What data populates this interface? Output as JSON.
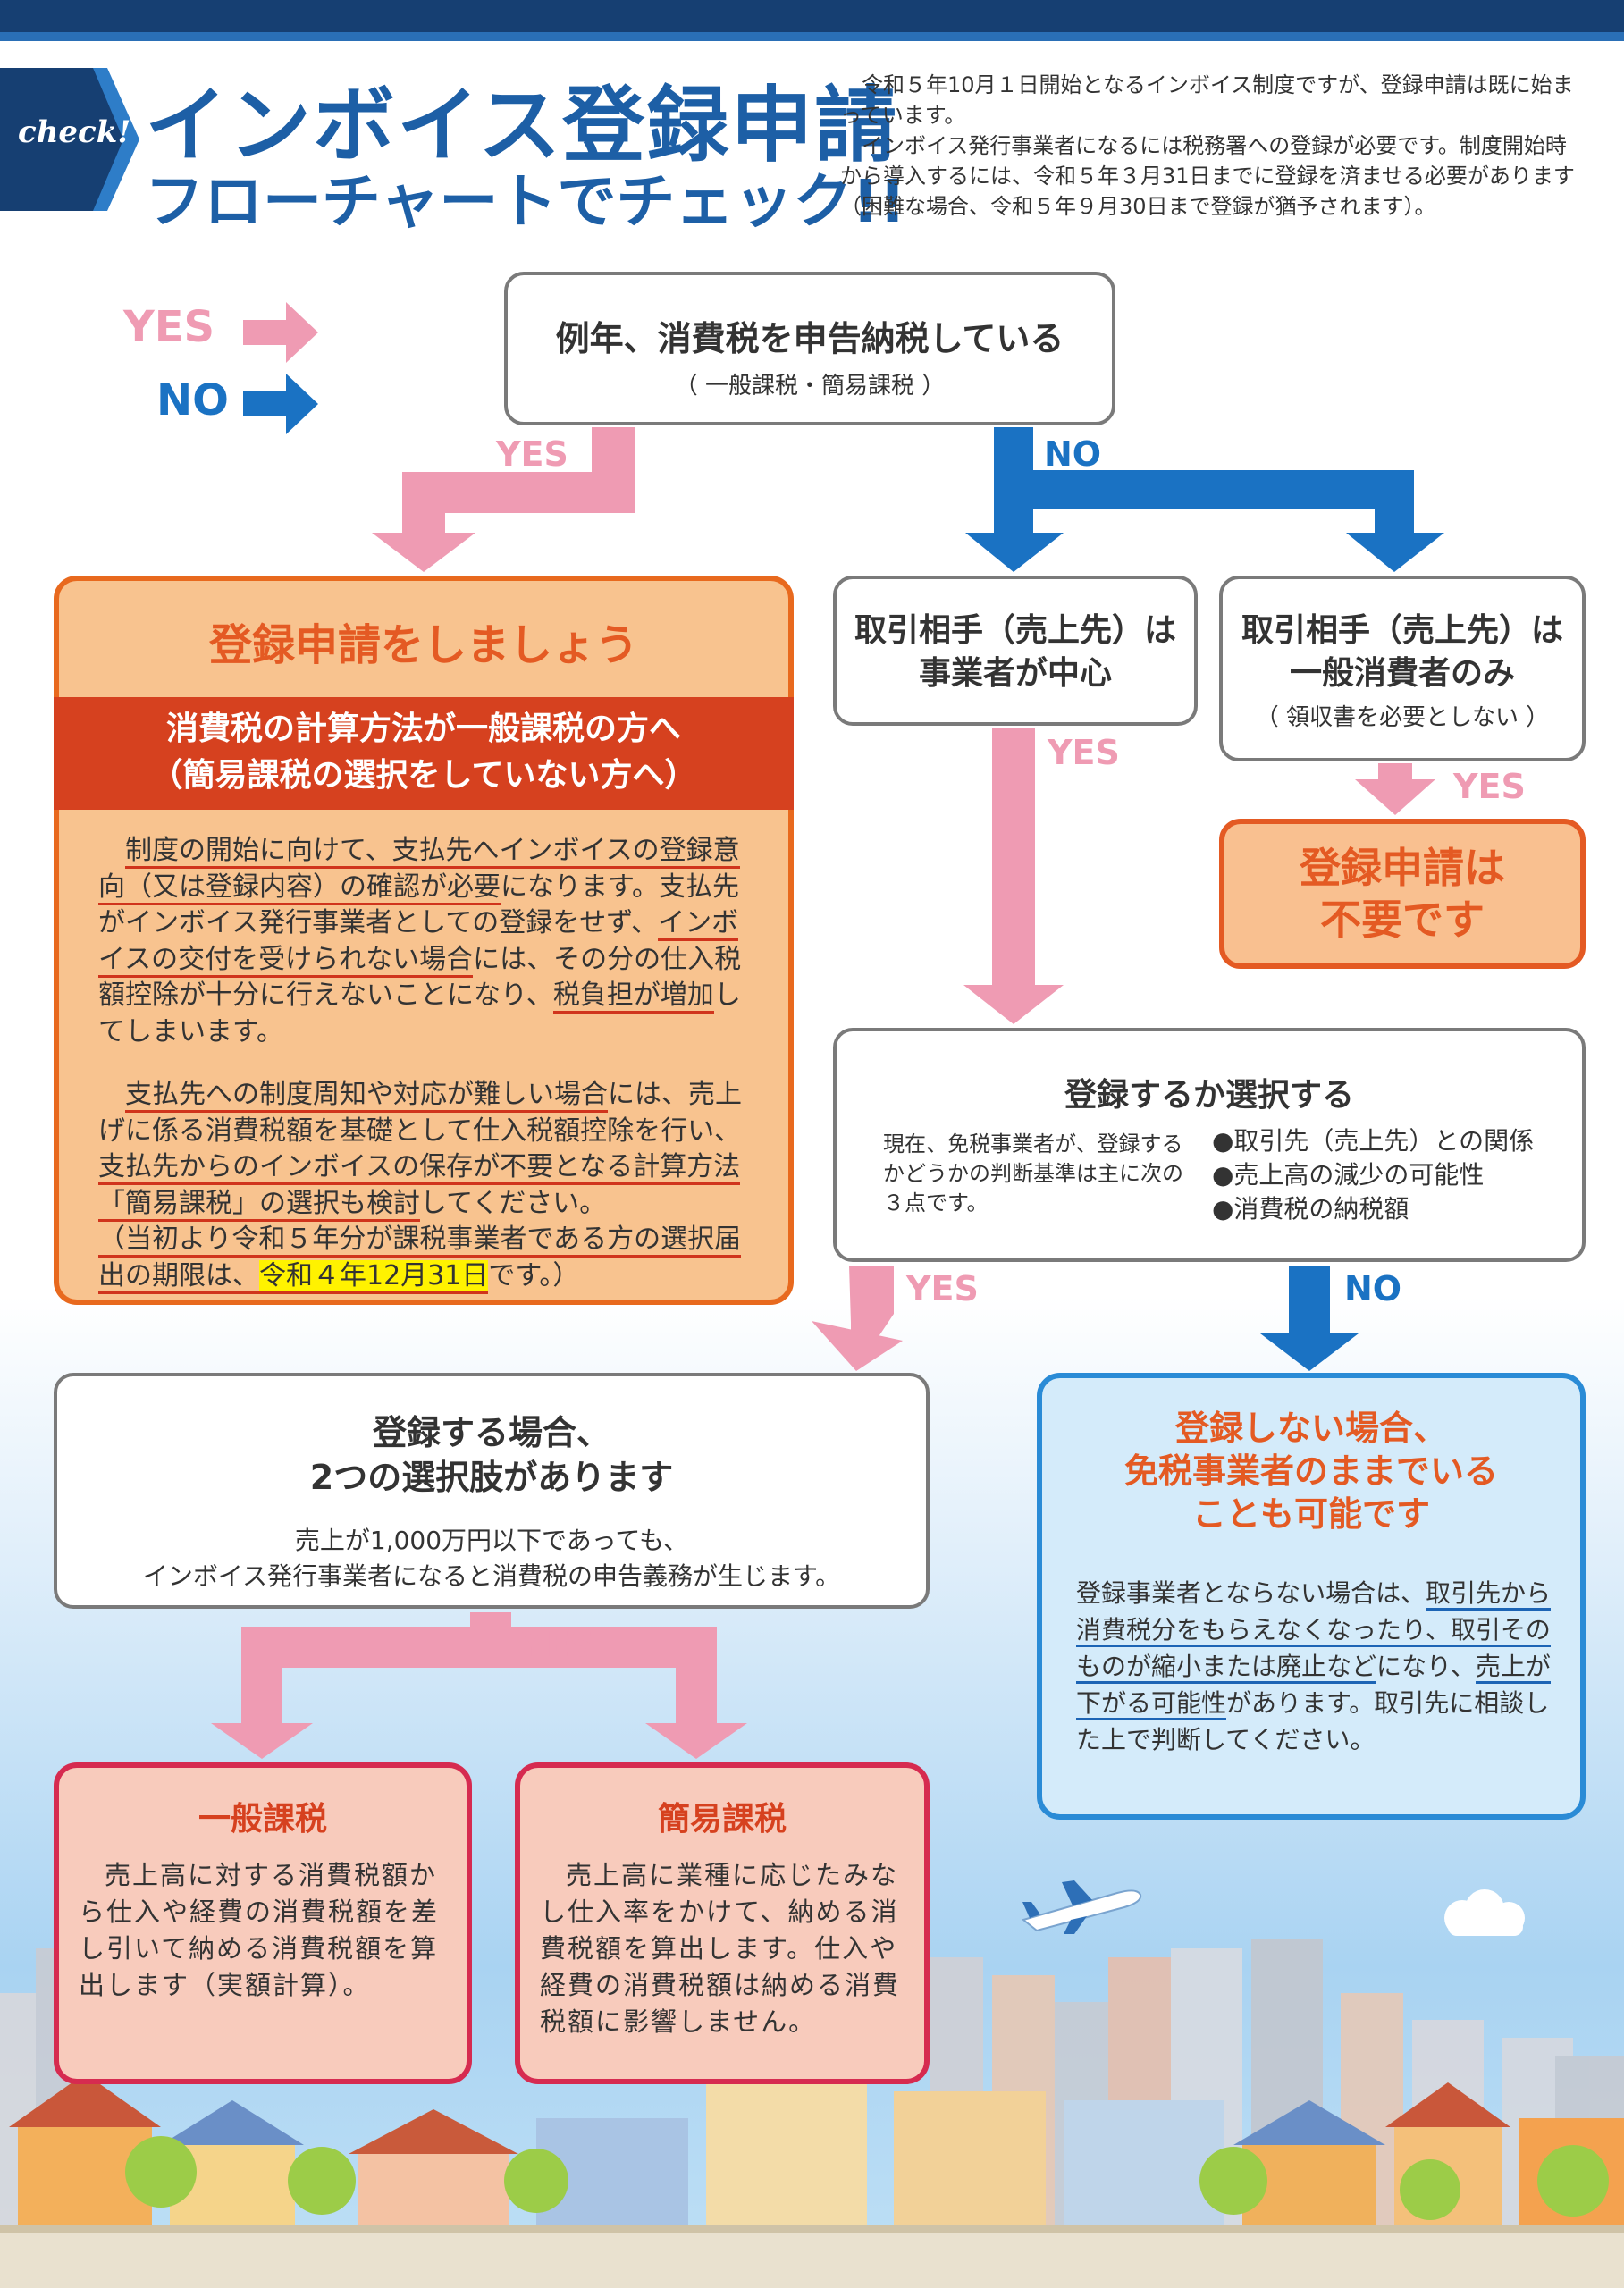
{
  "header": {
    "badge": "check!",
    "title_line1": "インボイス登録申請",
    "title_line2": "フローチャートでチェック!!",
    "intro_p1": "令和５年10月１日開始となるインボイス制度ですが、登録申請は既に始まっています。",
    "intro_p2": "インボイス発行事業者になるには税務署への登録が必要です。制度開始時から導入するには、令和５年３月31日までに登録を済ませる必要があります（困難な場合、令和５年９月30日まで登録が猶予されます）。"
  },
  "legend": {
    "yes": "YES",
    "no": "NO"
  },
  "labels": {
    "yes": "YES",
    "no": "NO"
  },
  "q1": {
    "title": "例年、消費税を申告納税している",
    "sub": "（ 一般課税・簡易課税 ）"
  },
  "register_box": {
    "title": "登録申請をしましょう",
    "band_line1": "消費税の計算方法が一般課税の方へ",
    "band_line2": "（簡易課税の選択をしていない方へ）",
    "p1_a": "制度の開始に向けて、支払先へインボイスの登録意向（又は登録内容）の確認が必要",
    "p1_b": "になります。支払先がインボイス発行事業者としての登録をせず、",
    "p1_c": "インボイスの交付を受けられない場合",
    "p1_d": "には、その分の仕入税額控除が十分に行えないことになり、",
    "p1_e": "税負担が増加",
    "p1_f": "してしまいます。",
    "p2_a": "支払先への制度周知や対応が難しい場合",
    "p2_b": "には、売上げに係る消費税額を基礎として仕入税額控除を行い、",
    "p2_c": "支払先からのインボイスの保存が不要となる計算方法「簡易課税」の選択も検討",
    "p2_d": "してください。",
    "p3_a": "（当初より令和５年分が課税事業者である方の選択届出の期限は、",
    "p3_b": "令和４年12月31日",
    "p3_c": "です。）"
  },
  "q2a": {
    "line1": "取引相手（売上先）は",
    "line2": "事業者が中心"
  },
  "q2b": {
    "line1": "取引相手（売上先）は",
    "line2": "一般消費者のみ",
    "sub": "（ 領収書を必要としない ）"
  },
  "not_needed": {
    "line1": "登録申請は",
    "line2": "不要です"
  },
  "q3": {
    "title": "登録するか選択する",
    "desc": "現在、免税事業者が、登録するかどうかの判断基準は主に次の３点です。",
    "points": [
      "●取引先（売上先）との関係",
      "●売上高の減少の可能性",
      "●消費税の納税額"
    ]
  },
  "q4": {
    "line1": "登録する場合、",
    "line2": "2つの選択肢があります",
    "sub1": "売上が1,000万円以下であっても、",
    "sub2": "インボイス発行事業者になると消費税の申告義務が生じます。"
  },
  "no_register": {
    "line1": "登録しない場合、",
    "line2": "免税事業者のままでいる",
    "line3": "ことも可能です",
    "b1": "登録事業者とならない場合は、",
    "b2": "取引先から消費税分をもらえなくなったり、取引そのものが縮小または廃止など",
    "b3": "になり、",
    "b4": "売上が下がる可能性",
    "b5": "があります。取引先に相談した上で判断してください。"
  },
  "general": {
    "title": "一般課税",
    "body": "売上高に対する消費税額から仕入や経費の消費税額を差し引いて納める消費税額を算出します（実額計算）。"
  },
  "simple": {
    "title": "簡易課税",
    "body": "売上高に業種に応じたみなし仕入率をかけて、納める消費税額を算出します。仕入や経費の消費税額は納める消費税額に影響しません。"
  },
  "colors": {
    "yes_arrow": "#ef9bb3",
    "no_arrow": "#1a72c3",
    "title_blue": "#1d5fa6",
    "orange": "#e45a23"
  }
}
